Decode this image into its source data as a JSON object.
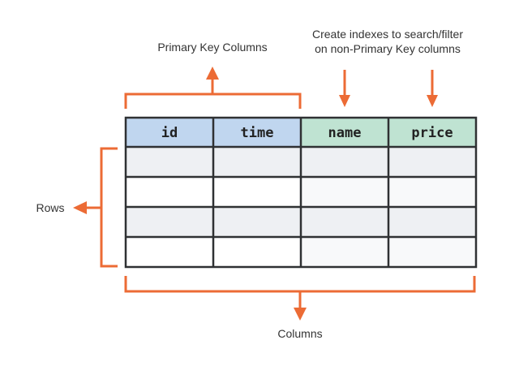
{
  "labels": {
    "primary_key": "Primary Key Columns",
    "indexes_line1": "Create indexes to search/filter",
    "indexes_line2": "on non-Primary Key columns",
    "rows": "Rows",
    "columns": "Columns"
  },
  "table": {
    "headers": [
      "id",
      "time",
      "name",
      "price"
    ],
    "row_count": 4
  },
  "colors": {
    "accent_orange": "#ec6b35",
    "primary_key_header": "#c0d6ef",
    "index_header": "#bfe3d2",
    "row_shade": "#eef0f3",
    "row_light": "#ffffff",
    "index_row_light": "#f8f9fa",
    "grid_line": "#2f3133"
  }
}
